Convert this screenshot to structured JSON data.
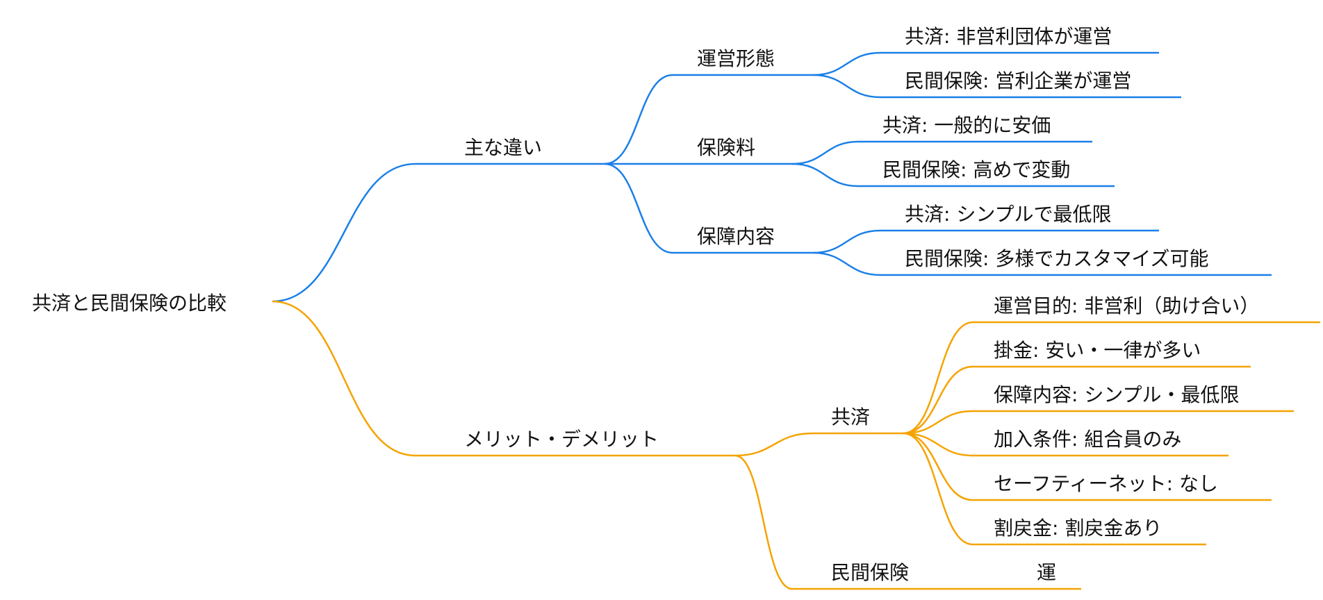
{
  "colors": {
    "branch_differences": "#1a7fe8",
    "branch_merits": "#f5a300",
    "text": "#111111"
  },
  "root": {
    "label": "共済と民間保険の比較"
  },
  "differences": {
    "label": "主な違い",
    "topics": [
      {
        "label": "運営形態",
        "items": [
          "共済: 非営利団体が運営",
          "民間保険: 営利企業が運営"
        ]
      },
      {
        "label": "保険料",
        "items": [
          "共済: 一般的に安価",
          "民間保険: 高めで変動"
        ]
      },
      {
        "label": "保障内容",
        "items": [
          "共済: シンプルで最低限",
          "民間保険: 多様でカスタマイズ可能"
        ]
      }
    ]
  },
  "merits": {
    "label": "メリット・デメリット",
    "topics": [
      {
        "label": "共済",
        "items": [
          "運営目的: 非営利（助け合い）",
          "掛金: 安い・一律が多い",
          "保障内容: シンプル・最低限",
          "加入条件: 組合員のみ",
          "セーフティーネット: なし",
          "割戻金: 割戻金あり"
        ]
      },
      {
        "label": "民間保険",
        "items": [
          "運"
        ]
      }
    ]
  }
}
